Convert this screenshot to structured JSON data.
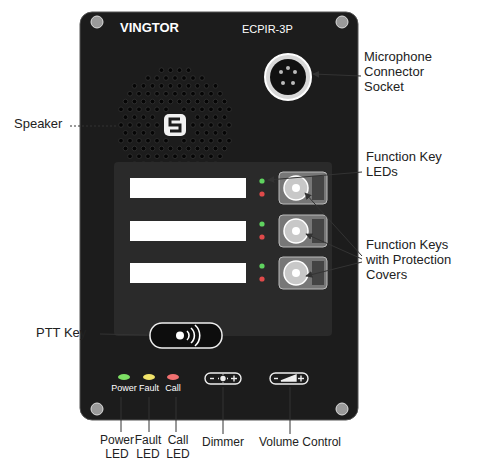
{
  "diagram": {
    "labels": [
      "VINGTOR",
      "ECPIR-3P",
      "Microphone Connector Socket",
      "Speaker",
      "Function Key LEDs",
      "Function Keys with Protection Covers",
      "PTT Key",
      "Power",
      "Fault",
      "Call",
      "Power LED",
      "Fault LED",
      "Call LED",
      "Dimmer",
      "Volume Control"
    ]
  }
}
